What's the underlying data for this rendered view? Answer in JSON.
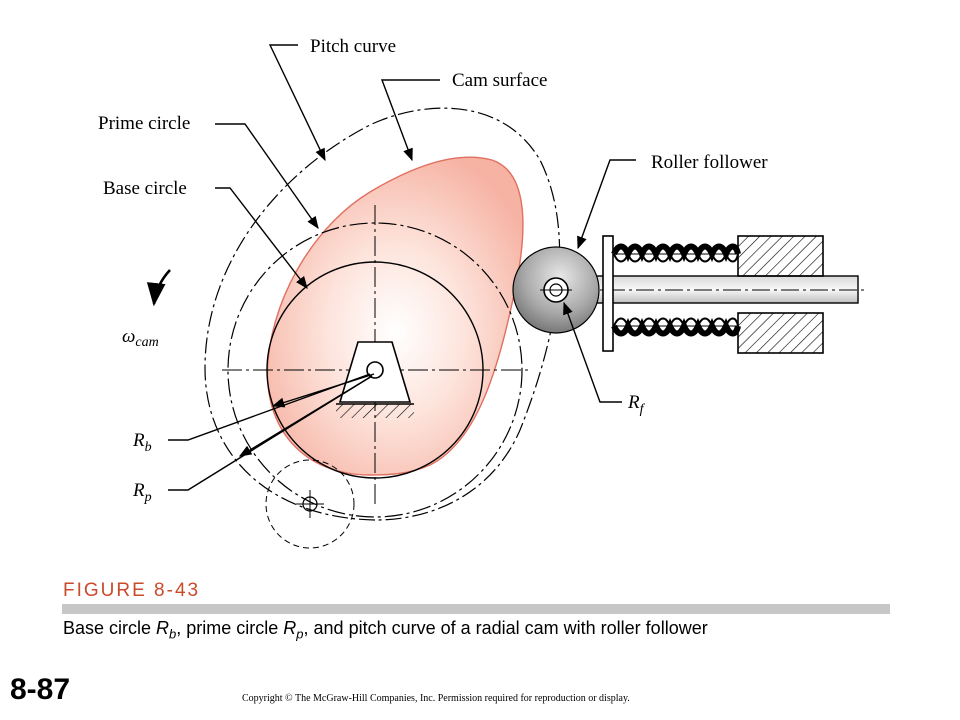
{
  "diagram": {
    "labels": {
      "pitch_curve": "Pitch curve",
      "cam_surface": "Cam surface",
      "prime_circle": "Prime circle",
      "base_circle": "Base circle",
      "roller_follower": "Roller follower",
      "omega_main": "ω",
      "omega_sub": "cam",
      "rb_main": "R",
      "rb_sub": "b",
      "rp_main": "R",
      "rp_sub": "p",
      "rf_main": "R",
      "rf_sub": "f"
    },
    "colors": {
      "cam_fill": "#f9c8bc",
      "cam_edge": "#e07060",
      "roller_fill": "#9a9a9a",
      "figure_title": "#c94b2b"
    }
  },
  "figure": {
    "title": "FIGURE 8-43",
    "caption": {
      "p1": "Base circle ",
      "rb_main": "R",
      "rb_sub": "b",
      "p2": ", prime circle ",
      "rp_main": "R",
      "rp_sub": "p",
      "p3": ", and pitch curve of a radial cam with roller follower"
    }
  },
  "slide_number": "8-87",
  "copyright": "Copyright © The McGraw-Hill Companies, Inc. Permission required for reproduction or display."
}
